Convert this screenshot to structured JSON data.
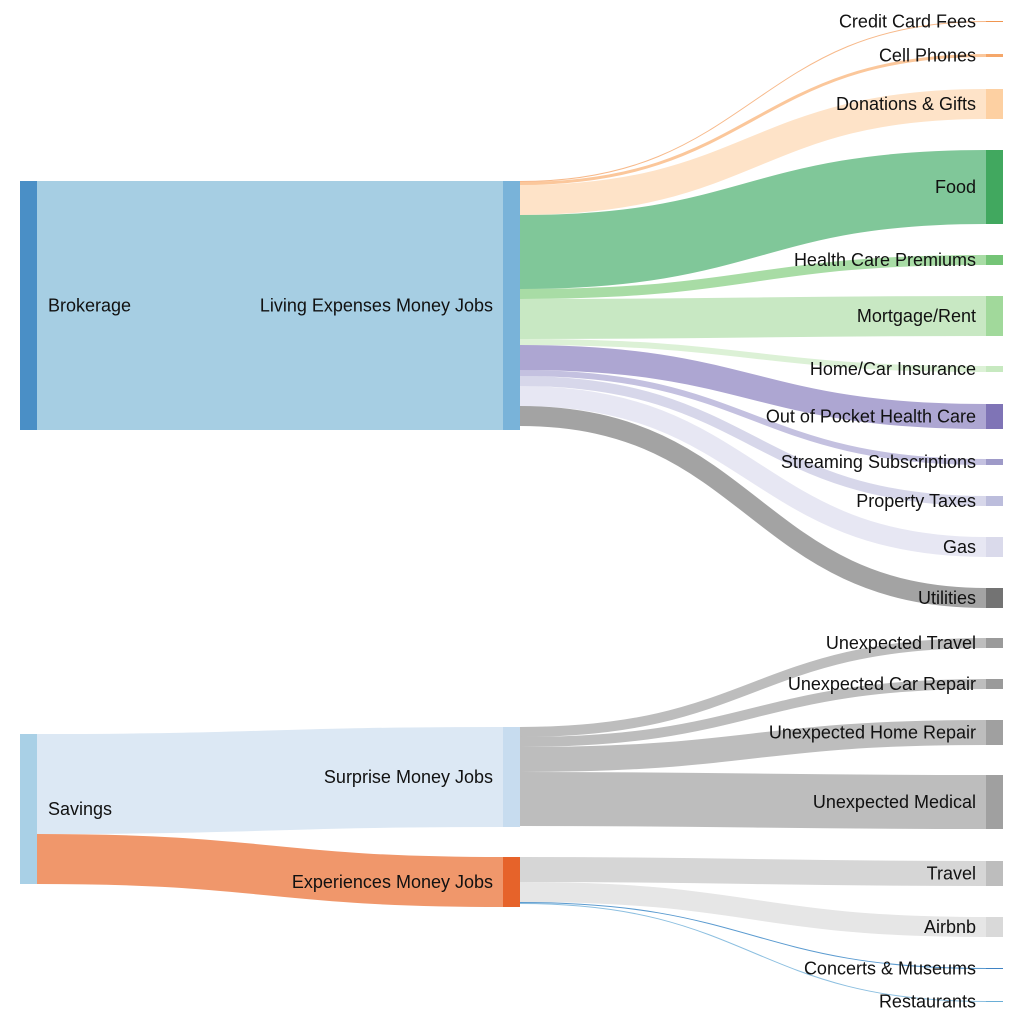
{
  "chart_data": {
    "type": "sankey",
    "title": "",
    "units": "relative amount",
    "nodes": [
      {
        "id": "brokerage",
        "label": "Brokerage",
        "column": 0,
        "color": "#4a8fc6",
        "label_side": "right"
      },
      {
        "id": "savings",
        "label": "Savings",
        "column": 0,
        "color": "#a9d0e6",
        "label_side": "right"
      },
      {
        "id": "living",
        "label": "Living Expenses Money Jobs",
        "column": 1,
        "color": "#79b3d9",
        "label_side": "left"
      },
      {
        "id": "surprise",
        "label": "Surprise Money Jobs",
        "column": 1,
        "color": "#c7dcef",
        "label_side": "left"
      },
      {
        "id": "experiences",
        "label": "Experiences Money Jobs",
        "column": 1,
        "color": "#e6632a",
        "label_side": "left"
      },
      {
        "id": "credit_card_fees",
        "label": "Credit Card Fees",
        "column": 2,
        "color": "#f0954f"
      },
      {
        "id": "cell_phones",
        "label": "Cell Phones",
        "column": 2,
        "color": "#f5a76a"
      },
      {
        "id": "donations",
        "label": "Donations & Gifts",
        "column": 2,
        "color": "#fdd0a2"
      },
      {
        "id": "food",
        "label": "Food",
        "column": 2,
        "color": "#41a85f"
      },
      {
        "id": "health_premiums",
        "label": "Health Care Premiums",
        "column": 2,
        "color": "#74c476"
      },
      {
        "id": "mortgage",
        "label": "Mortgage/Rent",
        "column": 2,
        "color": "#a1d99b"
      },
      {
        "id": "home_car_insurance",
        "label": "Home/Car Insurance",
        "column": 2,
        "color": "#c7e9c0"
      },
      {
        "id": "out_of_pocket",
        "label": "Out of Pocket Health Care",
        "column": 2,
        "color": "#7f74b6"
      },
      {
        "id": "streaming",
        "label": "Streaming Subscriptions",
        "column": 2,
        "color": "#9e9ac8"
      },
      {
        "id": "property_taxes",
        "label": "Property Taxes",
        "column": 2,
        "color": "#bcbddc"
      },
      {
        "id": "gas",
        "label": "Gas",
        "column": 2,
        "color": "#dadaeb"
      },
      {
        "id": "utilities",
        "label": "Utilities",
        "column": 2,
        "color": "#737373"
      },
      {
        "id": "unexpected_travel",
        "label": "Unexpected Travel",
        "column": 2,
        "color": "#9a9a9a"
      },
      {
        "id": "unexpected_car",
        "label": "Unexpected Car Repair",
        "column": 2,
        "color": "#9a9a9a"
      },
      {
        "id": "unexpected_home",
        "label": "Unexpected Home Repair",
        "column": 2,
        "color": "#a0a0a0"
      },
      {
        "id": "unexpected_medical",
        "label": "Unexpected Medical",
        "column": 2,
        "color": "#a0a0a0"
      },
      {
        "id": "travel",
        "label": "Travel",
        "column": 2,
        "color": "#bdbdbd"
      },
      {
        "id": "airbnb",
        "label": "Airbnb",
        "column": 2,
        "color": "#d9d9d9"
      },
      {
        "id": "concerts",
        "label": "Concerts & Museums",
        "column": 2,
        "color": "#3f83c4"
      },
      {
        "id": "restaurants",
        "label": "Restaurants",
        "column": 2,
        "color": "#6aaed6"
      }
    ],
    "links": [
      {
        "source": "brokerage",
        "target": "living",
        "value": 249,
        "color": "#a6cee3"
      },
      {
        "source": "savings",
        "target": "surprise",
        "value": 100,
        "color": "#dce8f4"
      },
      {
        "source": "savings",
        "target": "experiences",
        "value": 50,
        "color": "#f0976b"
      },
      {
        "source": "living",
        "target": "credit_card_fees",
        "value": 1,
        "color": "#f7b98a"
      },
      {
        "source": "living",
        "target": "cell_phones",
        "value": 3,
        "color": "#fbc79b"
      },
      {
        "source": "living",
        "target": "donations",
        "value": 30,
        "color": "#fee3c8"
      },
      {
        "source": "living",
        "target": "food",
        "value": 74,
        "color": "#80c799"
      },
      {
        "source": "living",
        "target": "health_premiums",
        "value": 10,
        "color": "#a8dca5"
      },
      {
        "source": "living",
        "target": "mortgage",
        "value": 40,
        "color": "#c8e8c3"
      },
      {
        "source": "living",
        "target": "home_car_insurance",
        "value": 6,
        "color": "#dcf1d6"
      },
      {
        "source": "living",
        "target": "out_of_pocket",
        "value": 25,
        "color": "#ada6d2"
      },
      {
        "source": "living",
        "target": "streaming",
        "value": 6,
        "color": "#c4c1e0"
      },
      {
        "source": "living",
        "target": "property_taxes",
        "value": 10,
        "color": "#d7d7ea"
      },
      {
        "source": "living",
        "target": "gas",
        "value": 20,
        "color": "#e7e7f3"
      },
      {
        "source": "living",
        "target": "utilities",
        "value": 20,
        "color": "#a3a3a3"
      },
      {
        "source": "surprise",
        "target": "unexpected_travel",
        "value": 10,
        "color": "#bdbdbd"
      },
      {
        "source": "surprise",
        "target": "unexpected_car",
        "value": 10,
        "color": "#bdbdbd"
      },
      {
        "source": "surprise",
        "target": "unexpected_home",
        "value": 25,
        "color": "#bdbdbd"
      },
      {
        "source": "surprise",
        "target": "unexpected_medical",
        "value": 54,
        "color": "#bdbdbd"
      },
      {
        "source": "experiences",
        "target": "travel",
        "value": 25,
        "color": "#d6d6d6"
      },
      {
        "source": "experiences",
        "target": "airbnb",
        "value": 20,
        "color": "#e6e6e6"
      },
      {
        "source": "experiences",
        "target": "concerts",
        "value": 1,
        "color": "#5b9bd0"
      },
      {
        "source": "experiences",
        "target": "restaurants",
        "value": 1,
        "color": "#8cbfe0"
      }
    ]
  }
}
